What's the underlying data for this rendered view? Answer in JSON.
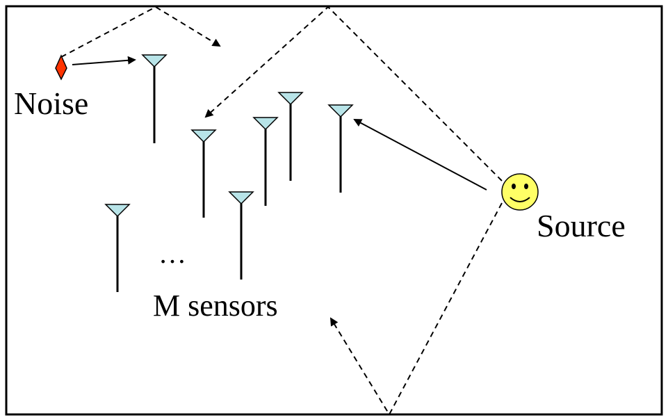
{
  "labels": {
    "noise": "Noise",
    "source": "Source",
    "ellipsis": "…",
    "sensors": "M sensors"
  },
  "colors": {
    "sensor_fill": "#b8e4e8",
    "noise_fill": "#ff3300",
    "source_fill": "#ffff66",
    "line": "#000000"
  },
  "icons": {
    "noise": "noise-diamond-icon",
    "source": "smiley-face-icon",
    "sensor": "antenna-icon"
  }
}
